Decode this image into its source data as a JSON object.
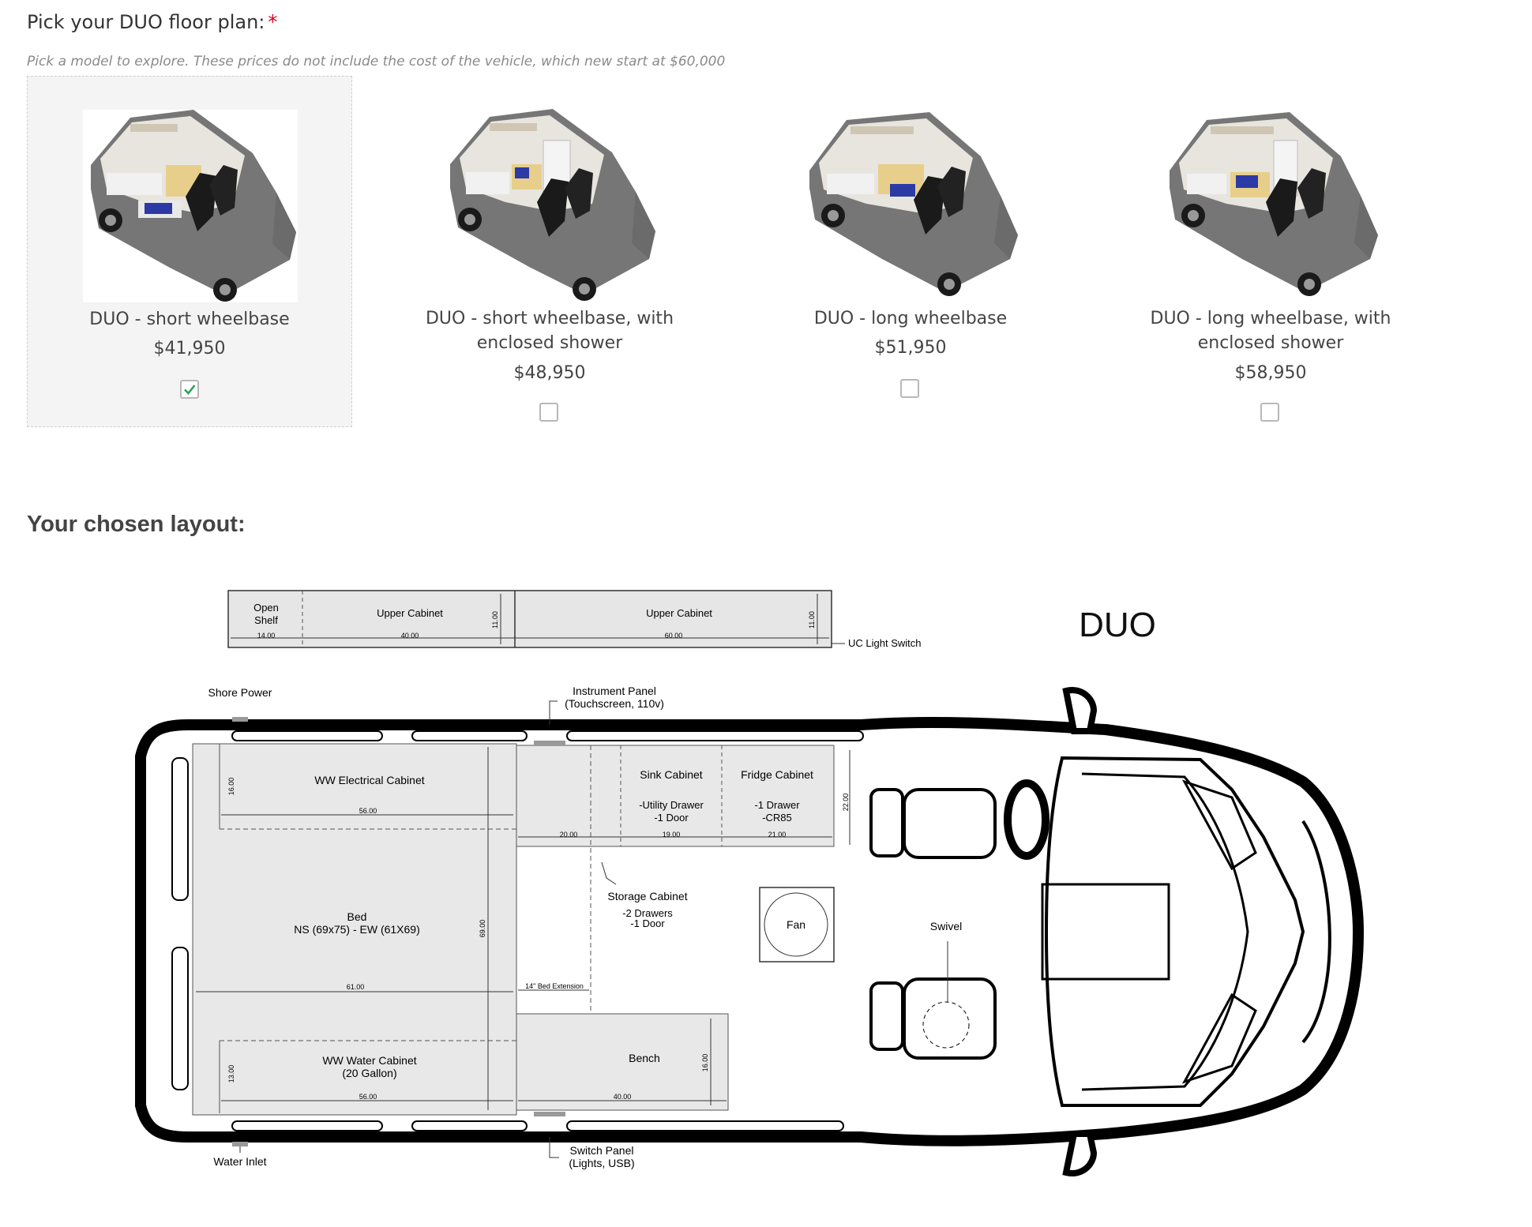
{
  "question": {
    "label": "Pick your DUO floor plan:",
    "required_mark": "*",
    "description": "Pick a model to explore. These prices do not include the cost of the vehicle, which new start at $60,000"
  },
  "options": [
    {
      "name": "DUO - short wheelbase",
      "price": "$41,950",
      "selected": true
    },
    {
      "name": "DUO - short wheelbase, with enclosed shower",
      "price": "$48,950",
      "selected": false
    },
    {
      "name": "DUO - long wheelbase",
      "price": "$51,950",
      "selected": false
    },
    {
      "name": "DUO - long wheelbase, with enclosed shower",
      "price": "$58,950",
      "selected": false
    }
  ],
  "colors": {
    "accent_check": "#2aa35a",
    "required": "#d0021b"
  },
  "layout_section": {
    "title": "Your chosen layout:"
  },
  "floorplan": {
    "title": "DUO",
    "upper_cabinets": [
      {
        "label": "Open",
        "label2": "Shelf",
        "dim": "14.00"
      },
      {
        "label": "Upper Cabinet",
        "dim": "40.00",
        "height": "11.00"
      },
      {
        "label": "Upper Cabinet",
        "dim": "60.00",
        "height": "11.00"
      }
    ],
    "uc_light_switch": "UC Light Switch",
    "shore_power": "Shore Power",
    "water_inlet": "Water Inlet",
    "instrument_panel": "Instrument Panel",
    "instrument_panel_sub": "(Touchscreen, 110v)",
    "switch_panel": "Switch Panel",
    "switch_panel_sub": "(Lights, USB)",
    "electrical_cabinet": "WW Electrical Cabinet",
    "electrical_dim_w": "56.00",
    "electrical_dim_h": "16.00",
    "bed_label": "Bed",
    "bed_sub": "NS (69x75) - EW (61X69)",
    "bed_dim_w": "61.00",
    "bed_dim_h": "69.00",
    "water_cabinet": "WW Water Cabinet",
    "water_cabinet_sub": "(20 Gallon)",
    "water_dim_w": "56.00",
    "water_dim_h": "13.00",
    "galley_dim_1": "20.00",
    "sink_cabinet": "Sink Cabinet",
    "sink_sub1": "-Utility Drawer",
    "sink_sub2": "-1 Door",
    "sink_dim": "19.00",
    "fridge_cabinet": "Fridge Cabinet",
    "fridge_sub1": "-1 Drawer",
    "fridge_sub2": "-CR85",
    "fridge_dim": "21.00",
    "galley_depth": "22.00",
    "storage_cabinet": "Storage Cabinet",
    "storage_sub1": "-2 Drawers",
    "storage_sub2": "-1 Door",
    "bed_extension": "14\" Bed Extension",
    "bench": "Bench",
    "bench_dim_w": "40.00",
    "bench_dim_h": "16.00",
    "fan": "Fan",
    "swivel": "Swivel"
  }
}
